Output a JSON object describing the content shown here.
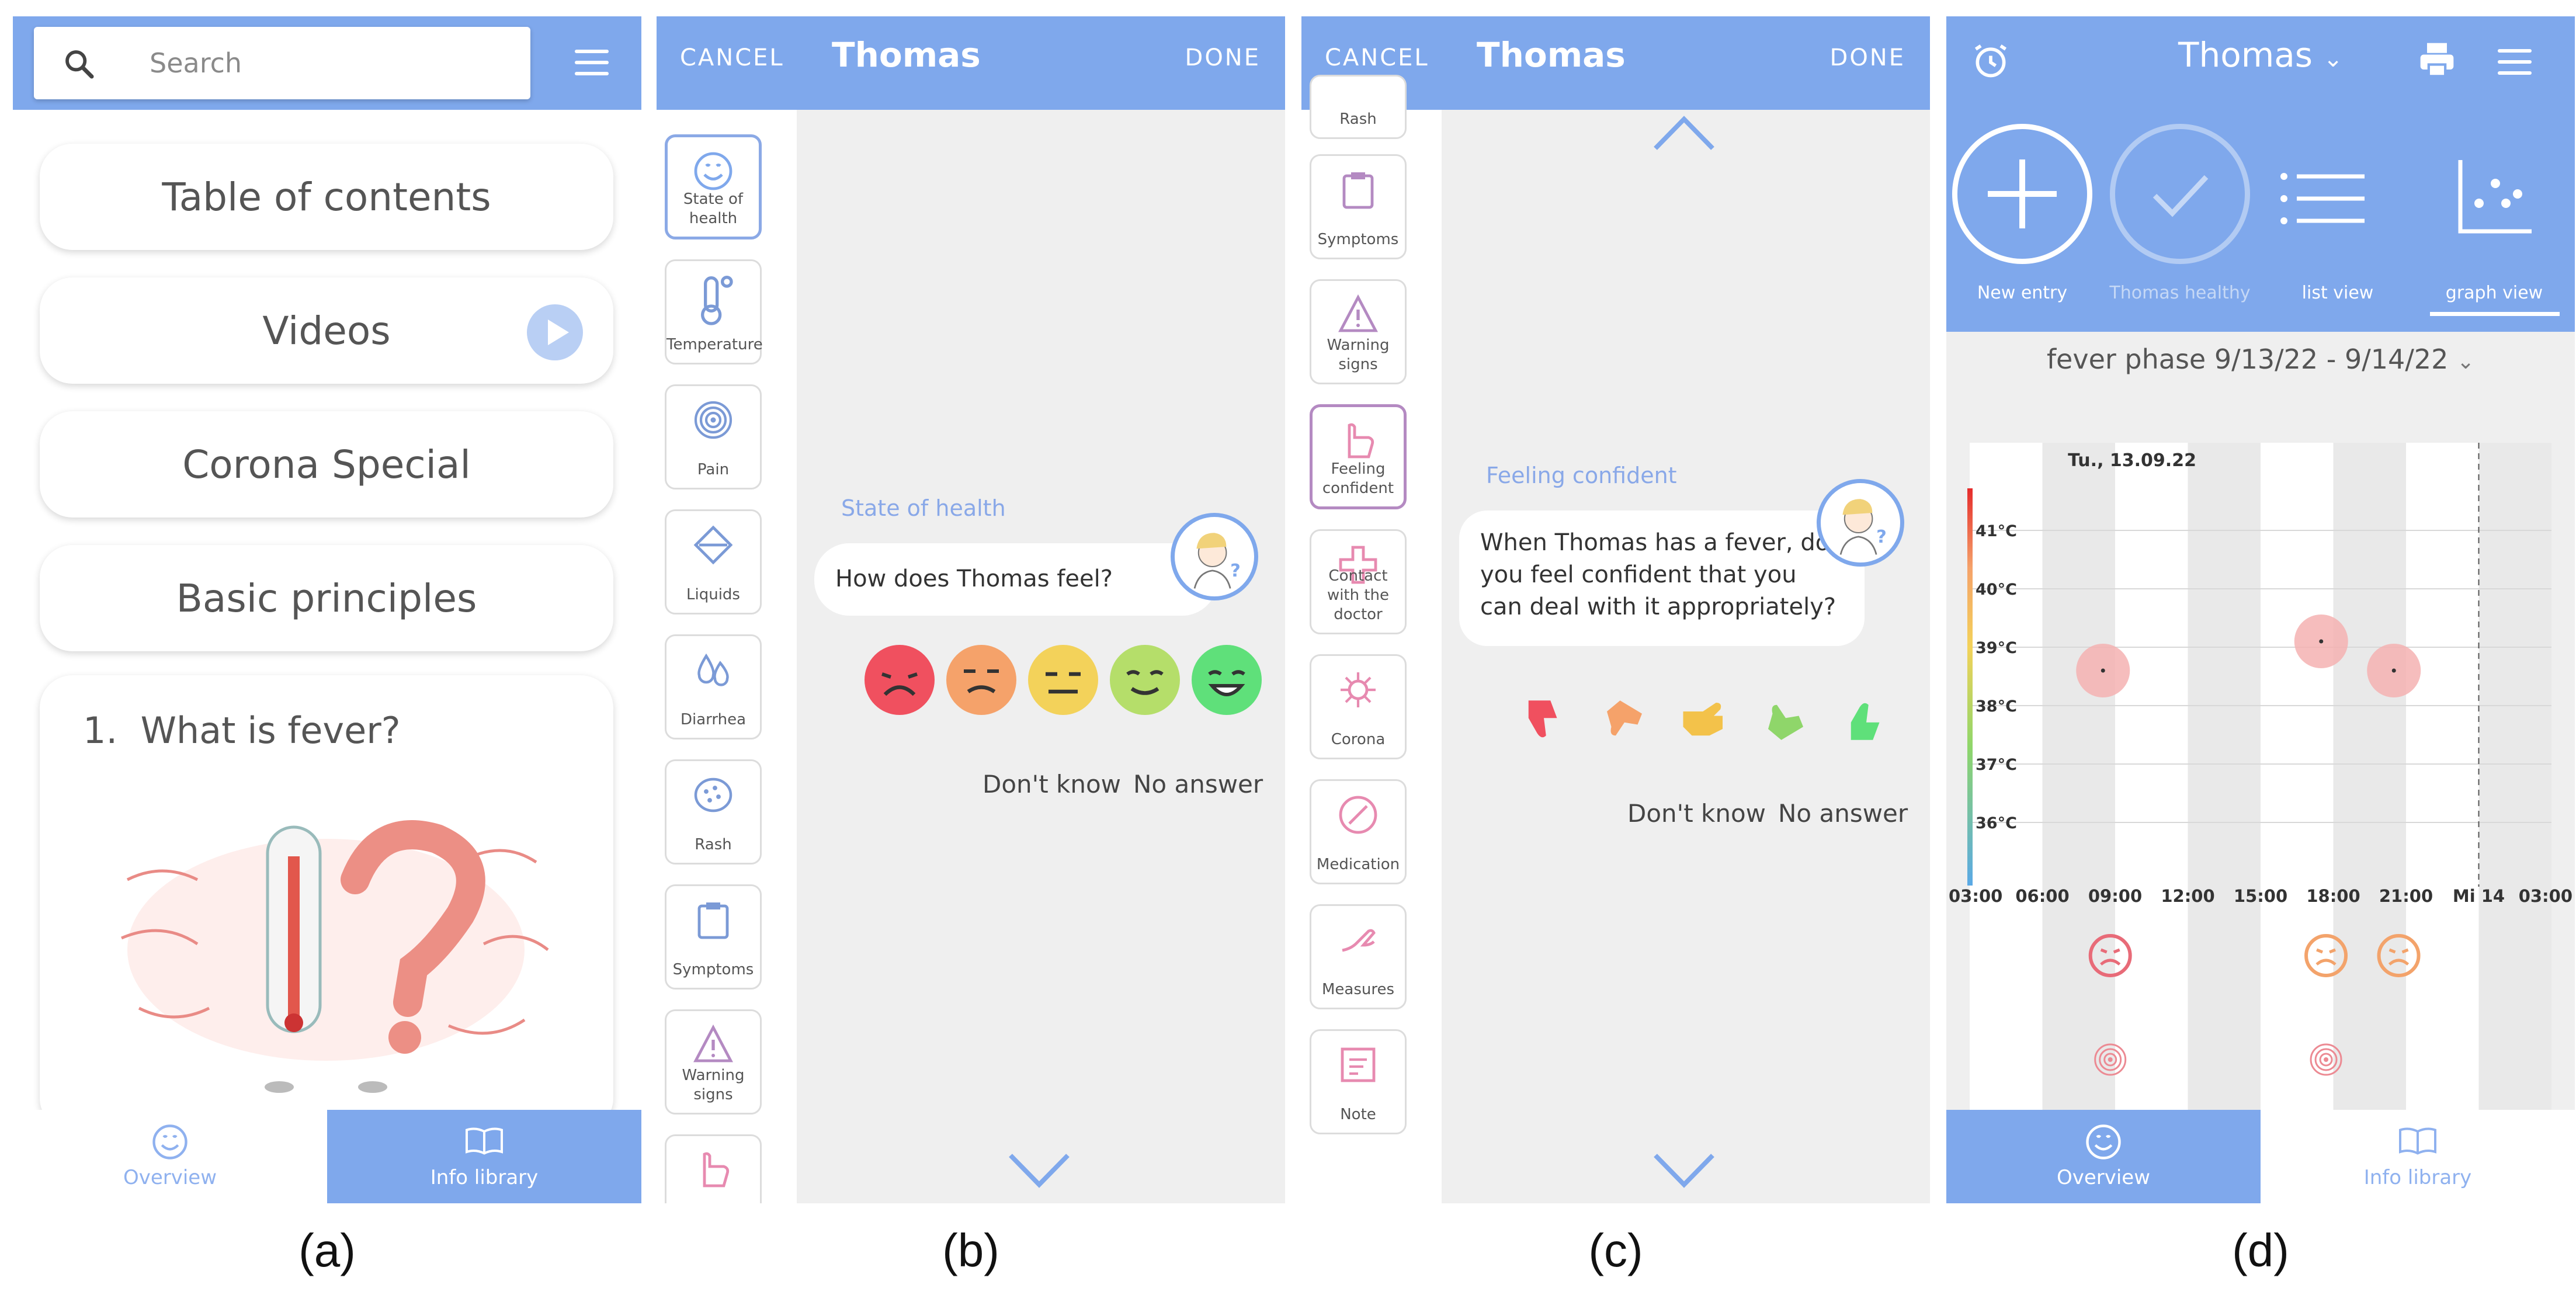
{
  "captions": [
    "(a)",
    "(b)",
    "(c)",
    "(d)"
  ],
  "panel_a": {
    "search_placeholder": "Search",
    "cards": [
      "Table of contents",
      "Videos",
      "Corona Special",
      "Basic principles"
    ],
    "fever_card": {
      "number": "1.",
      "title": "What is fever?"
    },
    "nav": {
      "overview": "Overview",
      "info_library": "Info library"
    }
  },
  "panel_b": {
    "cancel": "CANCEL",
    "name": "Thomas",
    "done": "DONE",
    "categories": [
      "State of health",
      "Temperature",
      "Pain",
      "Liquids",
      "Diarrhea",
      "Rash",
      "Symptoms",
      "Warning signs"
    ],
    "question_label": "State of health",
    "question": "How does Thomas feel?",
    "face_colors": [
      "#f0505f",
      "#f5a26a",
      "#f3d25a",
      "#b5de6a",
      "#5fe07a"
    ],
    "dont_know": "Don't know",
    "no_answer": "No answer"
  },
  "panel_c": {
    "cancel": "CANCEL",
    "name": "Thomas",
    "done": "DONE",
    "categories": [
      "Rash",
      "Symptoms",
      "Warning signs",
      "Feeling confident",
      "Contact with the doctor",
      "Corona",
      "Medication",
      "Measures",
      "Note"
    ],
    "question_label": "Feeling confident",
    "question": "When Thomas has a fever, do you feel confident that you can deal with it appropriately?",
    "thumb_colors": [
      "#f0505f",
      "#f5a26a",
      "#f3c24a",
      "#8fd66a",
      "#5fe07a"
    ],
    "dont_know": "Don't know",
    "no_answer": "No answer"
  },
  "panel_d": {
    "name": "Thomas",
    "actions": [
      "New entry",
      "Thomas healthy",
      "list view",
      "graph view"
    ],
    "phase": "fever phase 9/13/22 - 9/14/22",
    "nav": {
      "overview": "Overview",
      "info_library": "Info library"
    }
  },
  "chart_data": {
    "type": "scatter",
    "title": "",
    "date_label": "Tu., 13.09.22",
    "y_ticks": [
      "41°C",
      "40°C",
      "39°C",
      "38°C",
      "37°C",
      "36°C"
    ],
    "y_values": [
      41,
      40,
      39,
      38,
      37,
      36
    ],
    "ylim": [
      35.2,
      41.6
    ],
    "x_ticks": [
      "03:00",
      "06:00",
      "09:00",
      "12:00",
      "15:00",
      "18:00",
      "21:00",
      "Mi 14",
      "03:00"
    ],
    "x_hours": [
      3,
      6,
      9,
      12,
      15,
      18,
      21,
      24,
      27
    ],
    "xlim": [
      3,
      27
    ],
    "points": [
      {
        "hour": 8.5,
        "temp": 38.6
      },
      {
        "hour": 17.5,
        "temp": 39.1
      },
      {
        "hour": 20.5,
        "temp": 38.6
      }
    ],
    "mood_hours": [
      8.8,
      17.7,
      20.7
    ],
    "pain_hours": [
      8.8,
      17.7
    ],
    "grid": true
  }
}
